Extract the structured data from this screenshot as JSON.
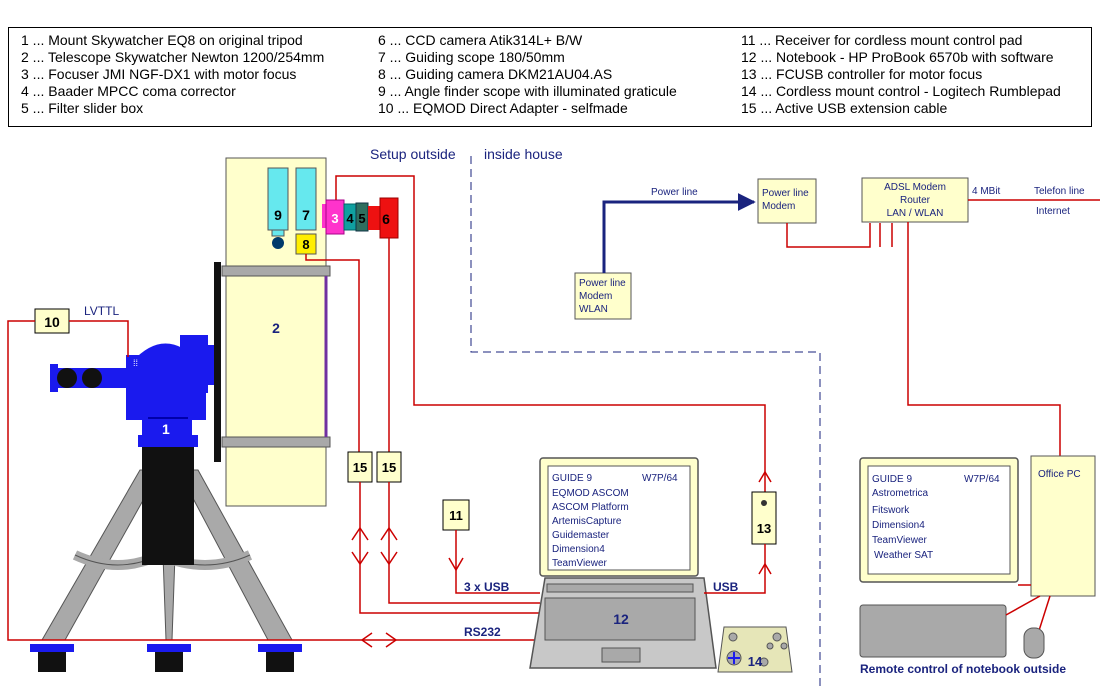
{
  "legend": {
    "items": [
      "1 ... Mount Skywatcher EQ8 on original tripod",
      "2 ... Telescope Skywatcher Newton 1200/254mm",
      "3 ... Focuser JMI NGF-DX1 with motor focus",
      "4 ... Baader MPCC coma corrector",
      "5 ... Filter slider box",
      "6 ... CCD camera Atik314L+ B/W",
      "7 ... Guiding scope 180/50mm",
      "8 ... Guiding camera DKM21AU04.AS",
      "9 ... Angle finder scope with illuminated graticule",
      "10 ... EQMOD Direct Adapter - selfmade",
      "11 ... Receiver for cordless mount control pad",
      "12 ... Notebook - HP ProBook 6570b with software",
      "13 ... FCUSB controller for motor focus",
      "14 ... Cordless mount control - Logitech Rumblepad",
      "15 ... Active USB extension cable"
    ]
  },
  "areas": {
    "outside": "Setup outside",
    "inside": "inside house"
  },
  "numbers": {
    "n1": "1",
    "n2": "2",
    "n3": "3",
    "n4": "4",
    "n5": "5",
    "n6": "6",
    "n7": "7",
    "n8": "8",
    "n9": "9",
    "n10": "10",
    "n11": "11",
    "n12": "12",
    "n13": "13",
    "n14": "14",
    "n15a": "15",
    "n15b": "15"
  },
  "links": {
    "lvttl": "LVTTL",
    "rs232": "RS232",
    "usb3": "3 x USB",
    "usb": "USB",
    "power_line": "Power line",
    "mbit": "4 MBit",
    "telefon": "Telefon line",
    "internet": "Internet"
  },
  "devices": {
    "plm_wlan": [
      "Power line",
      "Modem",
      "WLAN"
    ],
    "plm": [
      "Power line",
      "Modem"
    ],
    "router": [
      "ADSL Modem",
      "Router",
      "LAN / WLAN"
    ],
    "office_pc": "Office PC"
  },
  "notebook_screen": {
    "title": "GUIDE 9",
    "os": "W7P/64",
    "apps": [
      "EQMOD ASCOM",
      "ASCOM Platform",
      "ArtemisCapture",
      "Guidemaster",
      "Dimension4",
      "TeamViewer"
    ]
  },
  "pc_screen": {
    "title": "GUIDE 9",
    "os": "W7P/64",
    "apps": [
      "Astrometrica",
      "Fitswork",
      "Dimension4",
      "TeamViewer",
      "Weather SAT"
    ]
  },
  "remote_caption": "Remote control of notebook outside",
  "colors": {
    "cable": "#cc0000",
    "power": "#1a237e",
    "yellow_box": "#ffffcc",
    "mount_blue": "#1a1aee",
    "grey": "#a9a9a9",
    "magenta": "#ff33cc",
    "teal": "#10a0a0",
    "green_dark": "#2f6f5f",
    "camera_red": "#ee1111",
    "cyan": "#66e8ee"
  }
}
